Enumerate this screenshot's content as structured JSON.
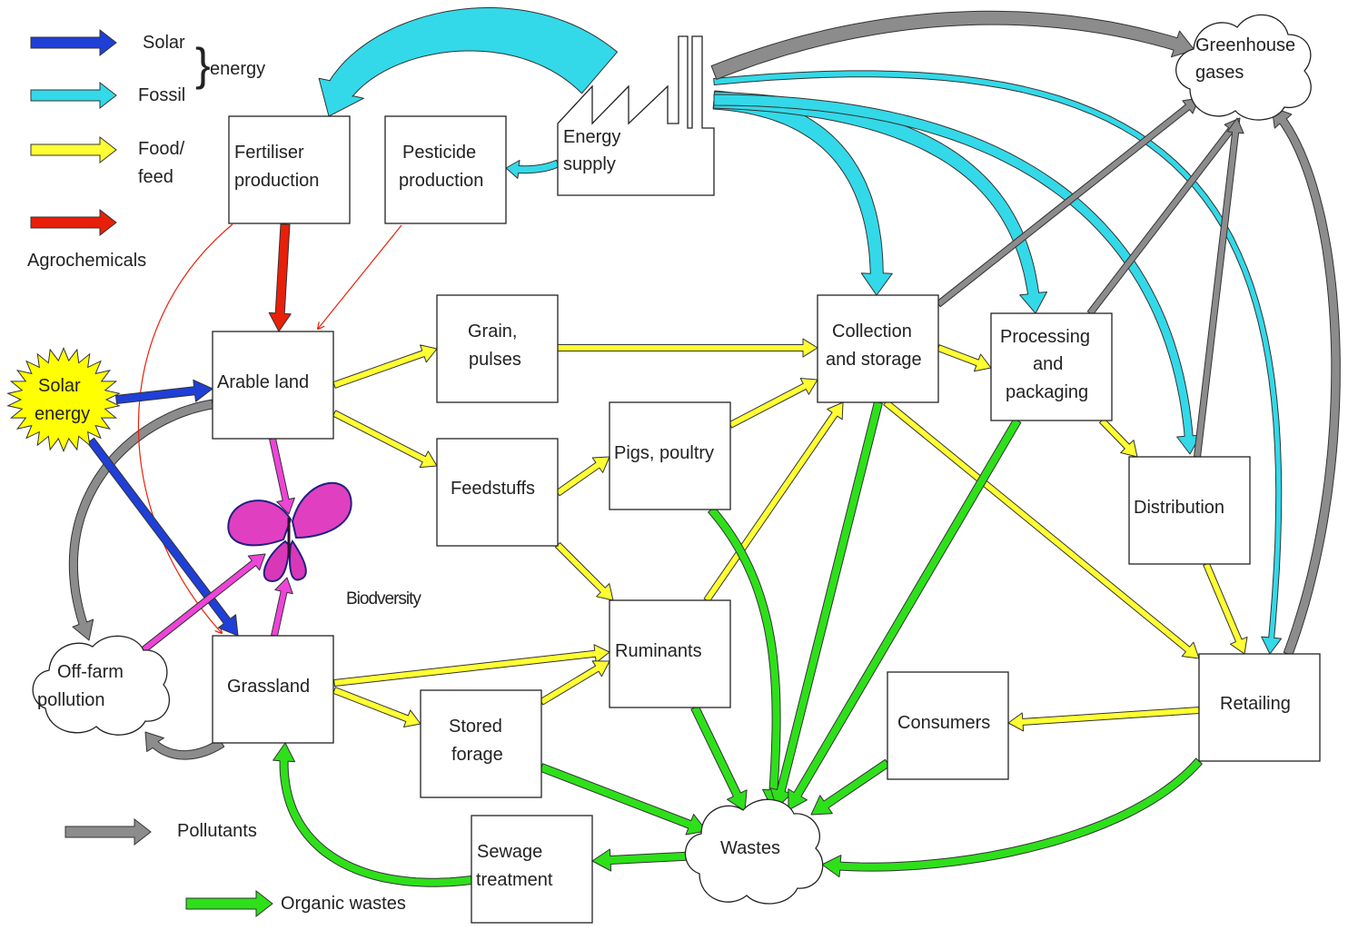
{
  "legend": {
    "solar": "Solar",
    "fossil": "Fossil",
    "energy": "energy",
    "food_feed": [
      "Food/",
      "feed"
    ],
    "agrochemicals": "Agrochemicals",
    "pollutants": "Pollutants",
    "organic_wastes": "Organic wastes"
  },
  "nodes": {
    "fertiliser": [
      "Fertiliser",
      "production"
    ],
    "pesticide": [
      "Pesticide",
      "production"
    ],
    "energy_supply": [
      "Energy",
      "supply"
    ],
    "greenhouse": [
      "Greenhouse",
      "gases"
    ],
    "solar_energy": [
      "Solar",
      "energy"
    ],
    "arable": [
      "Arable land"
    ],
    "grain": [
      "Grain,",
      "pulses"
    ],
    "collection": [
      "Collection",
      "and storage"
    ],
    "processing": [
      "Processing",
      "and",
      "packaging"
    ],
    "feedstuffs": [
      "Feedstuffs"
    ],
    "pigs": [
      "Pigs, poultry"
    ],
    "distribution": [
      "Distribution"
    ],
    "biodiversity": [
      "Biodversity"
    ],
    "offfarm": [
      "Off-farm",
      "pollution"
    ],
    "grassland": [
      "Grassland"
    ],
    "ruminants": [
      "Ruminants"
    ],
    "stored_forage": [
      "Stored",
      "forage"
    ],
    "consumers": [
      "Consumers"
    ],
    "retailing": [
      "Retailing"
    ],
    "wastes": [
      "Wastes"
    ],
    "sewage": [
      "Sewage",
      "treatment"
    ]
  },
  "colors": {
    "solar": "#1f3fd6",
    "fossil": "#33d9e8",
    "food_feed": "#ffff33",
    "agrochemicals": "#e8200a",
    "pollutants": "#8c8c8c",
    "organic_wastes": "#2ee01a",
    "biodiversity": "#ee44d8",
    "sun": "#ffff00"
  }
}
